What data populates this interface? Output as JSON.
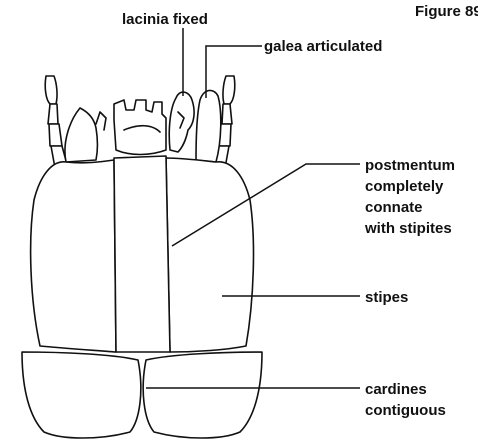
{
  "figure_label": "Figure 89",
  "labels": {
    "lacinia": "lacinia fixed",
    "galea": "galea articulated",
    "postmentum": [
      "postmentum",
      "completely",
      "connate",
      "with stipites"
    ],
    "stipes": "stipes",
    "cardines": [
      "cardines",
      "contiguous"
    ]
  }
}
